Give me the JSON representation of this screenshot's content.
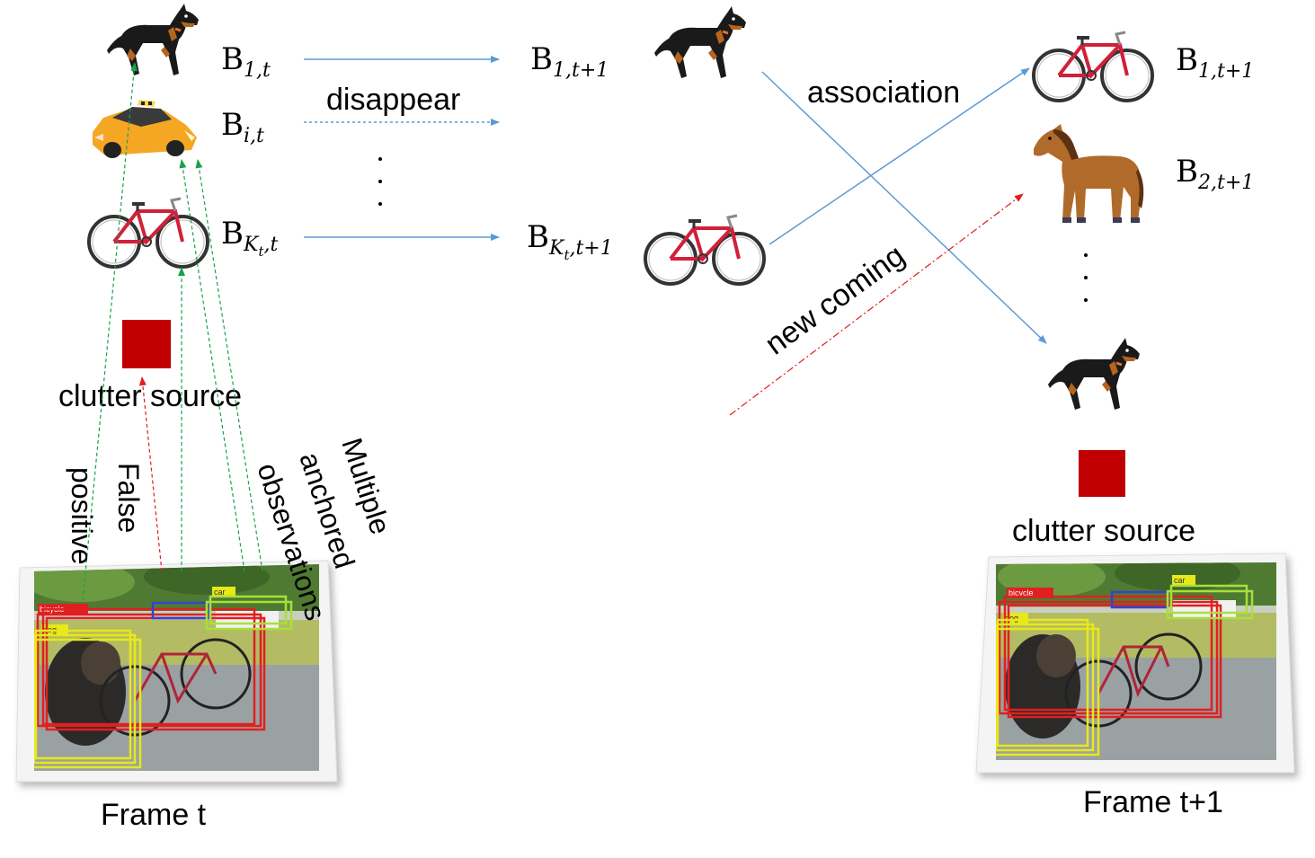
{
  "left": {
    "b1": {
      "main": "B",
      "sub": "1,t"
    },
    "bi": {
      "main": "B",
      "sub": "i,t"
    },
    "bk": {
      "main": "B",
      "sub": "K",
      "subsub": "t",
      "tail": ",t"
    },
    "clutter": "clutter source",
    "frame": "Frame t"
  },
  "middle": {
    "b1": {
      "main": "B",
      "sub": "1,t+1"
    },
    "bk": {
      "main": "B",
      "sub": "K",
      "subsub": "t",
      "tail": ",t+1"
    },
    "disappear": "disappear",
    "association": "association",
    "new_coming": "new coming"
  },
  "right": {
    "b1": {
      "main": "B",
      "sub": "1,t+1"
    },
    "b2": {
      "main": "B",
      "sub": "2,t+1"
    },
    "clutter": "clutter source",
    "frame": "Frame t+1"
  },
  "annotations": {
    "false_positive_1": "False",
    "false_positive_2": "positive",
    "multiple": "Multiple",
    "anchored": "anchored",
    "observations": "observations"
  },
  "detection_labels": {
    "bicycle": "bicycle",
    "dog": "dog",
    "car": "car"
  },
  "colors": {
    "arrow_blue": "#5b9bd5",
    "arrow_green": "#16a34a",
    "arrow_red": "#e11d1d",
    "clutter_red": "#c00000",
    "bbox_red": "#e02020",
    "bbox_yellow": "#e8e81a",
    "bbox_blue": "#3344cc",
    "bbox_lime": "#a8e03a"
  }
}
